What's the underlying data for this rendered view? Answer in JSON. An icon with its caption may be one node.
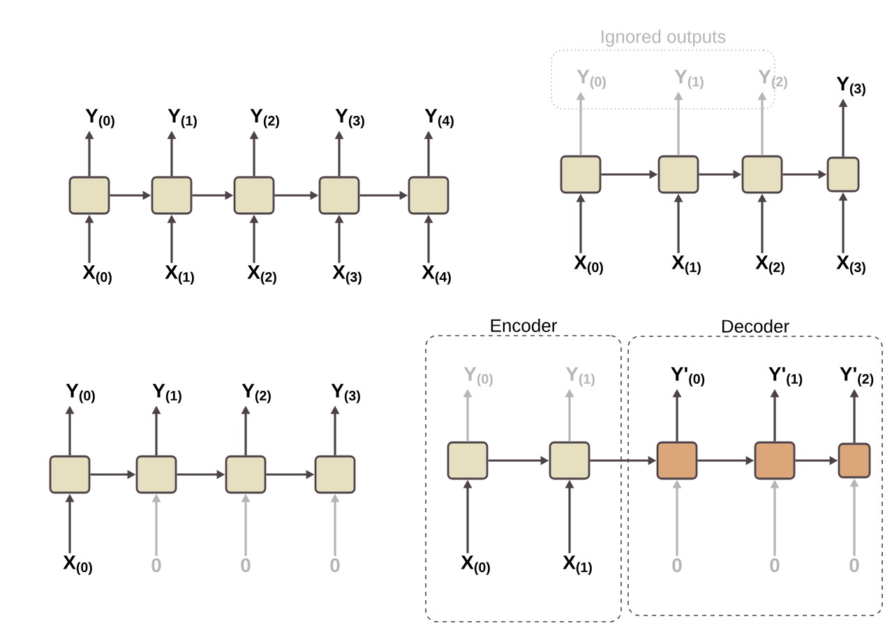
{
  "diagram": {
    "nodes": [
      {
        "text": [
          "Y$_{(0)}$"
        ]
      },
      {
        "text": [
          "Y$_{(1)}$"
        ]
      },
      {
        "text": [
          "Y$_{(2)}$"
        ]
      },
      {
        "text": [
          "Y$_{(3)}$"
        ]
      },
      {
        "text": [
          "Y$_{(4)}$"
        ]
      },
      {
        "text": [],
        "shape": "box"
      },
      {
        "text": [],
        "shape": "box"
      },
      {
        "text": [],
        "shape": "box"
      },
      {
        "text": [],
        "shape": "box"
      },
      {
        "text": [],
        "shape": "box"
      },
      {
        "text": [
          "X$_{(0)}$"
        ]
      },
      {
        "text": [
          "X$_{(1)}$"
        ]
      },
      {
        "text": [
          "X$_{(2)}$"
        ]
      },
      {
        "text": [
          "X$_{(3)}$"
        ]
      },
      {
        "text": [
          "X$_{(4)}$"
        ]
      },
      {
        "text": [
          "Ignored outputs"
        ]
      },
      {
        "text": [
          "Y$_{(0)}$"
        ],
        "in": 15
      },
      {
        "text": [
          "Y$_{(1)}$"
        ],
        "in": 15
      },
      {
        "text": [
          "Y$_{(2)}$"
        ],
        "in": 15
      },
      {
        "text": [
          "Y$_{(3)}$"
        ]
      },
      {
        "text": [],
        "shape": "box"
      },
      {
        "text": [],
        "shape": "box"
      },
      {
        "text": [],
        "shape": "box"
      },
      {
        "text": [],
        "shape": "box"
      },
      {
        "text": [
          "X$_{(0)}$"
        ]
      },
      {
        "text": [
          "X$_{(1)}$"
        ]
      },
      {
        "text": [
          "X$_{(2)}$"
        ]
      },
      {
        "text": [
          "X$_{(3)}$"
        ]
      },
      {
        "text": [
          "Y$_{(0)}$"
        ]
      },
      {
        "text": [
          "Y$_{(1)}$"
        ]
      },
      {
        "text": [
          "Y$_{(2)}$"
        ]
      },
      {
        "text": [
          "Y$_{(3)}$"
        ]
      },
      {
        "text": [],
        "shape": "box"
      },
      {
        "text": [],
        "shape": "box"
      },
      {
        "text": [],
        "shape": "box"
      },
      {
        "text": [],
        "shape": "box"
      },
      {
        "text": [
          "X$_{(0)}$"
        ]
      },
      {
        "text": [
          "0"
        ]
      },
      {
        "text": [
          "0"
        ]
      },
      {
        "text": [
          "0"
        ]
      },
      {
        "text": [
          "Encoder"
        ]
      },
      {
        "text": [
          "Decoder"
        ]
      },
      {
        "text": [
          "Y$_{(0)}$"
        ],
        "in": 40
      },
      {
        "text": [
          "Y$_{(1)}$"
        ],
        "in": 40
      },
      {
        "text": [
          "Y'$_{(0)}$"
        ],
        "in": 41
      },
      {
        "text": [
          "Y'$_{(1)}$"
        ],
        "in": 41
      },
      {
        "text": [
          "Y'$_{(2)}$"
        ],
        "in": 41
      },
      {
        "text": [],
        "shape": "box",
        "in": 40
      },
      {
        "text": [],
        "shape": "box",
        "in": 40
      },
      {
        "text": [],
        "shape": "box",
        "in": 41
      },
      {
        "text": [],
        "shape": "box",
        "in": 41
      },
      {
        "text": [],
        "shape": "box",
        "in": 41
      },
      {
        "text": [
          "X$_{(0)}$"
        ],
        "in": 40
      },
      {
        "text": [
          "X$_{(1)}$"
        ],
        "in": 40
      },
      {
        "text": [
          "0"
        ],
        "in": 41
      },
      {
        "text": [
          "0"
        ],
        "in": 41
      },
      {
        "text": [
          "0"
        ],
        "in": 41
      }
    ],
    "edges": [
      {
        "from": 5,
        "to": 0,
        "arrow": "to"
      },
      {
        "from": 6,
        "to": 1,
        "arrow": "to"
      },
      {
        "from": 7,
        "to": 2,
        "arrow": "to"
      },
      {
        "from": 8,
        "to": 3,
        "arrow": "to"
      },
      {
        "from": 9,
        "to": 4,
        "arrow": "to"
      },
      {
        "from": 10,
        "to": 5,
        "arrow": "to"
      },
      {
        "from": 11,
        "to": 6,
        "arrow": "to"
      },
      {
        "from": 12,
        "to": 7,
        "arrow": "to"
      },
      {
        "from": 13,
        "to": 8,
        "arrow": "to"
      },
      {
        "from": 14,
        "to": 9,
        "arrow": "to"
      },
      {
        "from": 5,
        "to": 6,
        "arrow": "to"
      },
      {
        "from": 6,
        "to": 7,
        "arrow": "to"
      },
      {
        "from": 7,
        "to": 8,
        "arrow": "to"
      },
      {
        "from": 8,
        "to": 9,
        "arrow": "to"
      },
      {
        "from": 20,
        "to": 16,
        "arrow": "to",
        "color": "#b5b5b5"
      },
      {
        "from": 21,
        "to": 17,
        "arrow": "to",
        "color": "#b5b5b5"
      },
      {
        "from": 22,
        "to": 18,
        "arrow": "to",
        "color": "#b5b5b5"
      },
      {
        "from": 23,
        "to": 19,
        "arrow": "to"
      },
      {
        "from": 24,
        "to": 20,
        "arrow": "to"
      },
      {
        "from": 25,
        "to": 21,
        "arrow": "to"
      },
      {
        "from": 26,
        "to": 22,
        "arrow": "to"
      },
      {
        "from": 27,
        "to": 23,
        "arrow": "to"
      },
      {
        "from": 20,
        "to": 21,
        "arrow": "to"
      },
      {
        "from": 21,
        "to": 22,
        "arrow": "to"
      },
      {
        "from": 22,
        "to": 23,
        "arrow": "to"
      },
      {
        "from": 32,
        "to": 28,
        "arrow": "to"
      },
      {
        "from": 33,
        "to": 29,
        "arrow": "to"
      },
      {
        "from": 34,
        "to": 30,
        "arrow": "to"
      },
      {
        "from": 35,
        "to": 31,
        "arrow": "to"
      },
      {
        "from": 36,
        "to": 32,
        "arrow": "to"
      },
      {
        "from": 37,
        "to": 33,
        "arrow": "to",
        "color": "#b5b5b5"
      },
      {
        "from": 38,
        "to": 34,
        "arrow": "to",
        "color": "#b5b5b5"
      },
      {
        "from": 39,
        "to": 35,
        "arrow": "to",
        "color": "#b5b5b5"
      },
      {
        "from": 32,
        "to": 33,
        "arrow": "to"
      },
      {
        "from": 33,
        "to": 34,
        "arrow": "to"
      },
      {
        "from": 34,
        "to": 35,
        "arrow": "to"
      },
      {
        "from": 47,
        "to": 42,
        "arrow": "to",
        "color": "#b5b5b5"
      },
      {
        "from": 48,
        "to": 43,
        "arrow": "to",
        "color": "#b5b5b5"
      },
      {
        "from": 49,
        "to": 44,
        "arrow": "to"
      },
      {
        "from": 50,
        "to": 45,
        "arrow": "to"
      },
      {
        "from": 51,
        "to": 46,
        "arrow": "to"
      },
      {
        "from": 52,
        "to": 47,
        "arrow": "to"
      },
      {
        "from": 53,
        "to": 48,
        "arrow": "to"
      },
      {
        "from": 54,
        "to": 49,
        "arrow": "to",
        "color": "#b5b5b5"
      },
      {
        "from": 55,
        "to": 50,
        "arrow": "to",
        "color": "#b5b5b5"
      },
      {
        "from": 56,
        "to": 51,
        "arrow": "to",
        "color": "#b5b5b5"
      },
      {
        "from": 47,
        "to": 48,
        "arrow": "to"
      },
      {
        "from": 48,
        "to": 49,
        "arrow": "to"
      },
      {
        "from": 49,
        "to": 50,
        "arrow": "to"
      },
      {
        "from": 50,
        "to": 51,
        "arrow": "to"
      }
    ]
  }
}
